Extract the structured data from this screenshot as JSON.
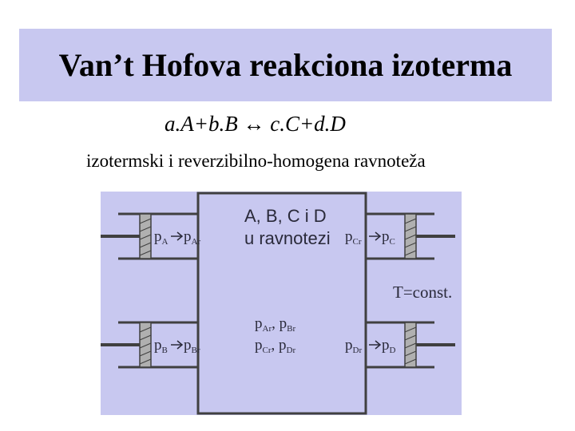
{
  "slide": {
    "title": "Van’t Hofova reakciona izoterma",
    "equation": "a.A+b.B ↔ c.C+d.D",
    "subtitle": "izotermski i reverzibilno-homogena ravnoteža"
  },
  "diagram": {
    "colors": {
      "background": "#c8c8f0",
      "box_fill": "#c8c8f0",
      "line": "#404040",
      "piston": "#b0b0b0"
    },
    "vessel_text": {
      "line1": "A, B, C i D",
      "line2": "u ravnotezi"
    },
    "temperature": "T=const.",
    "equilibrium_pressures": {
      "line1": "pAr, pBr",
      "line2": "pCr, pDr"
    },
    "pistons": {
      "A": {
        "from": "pA",
        "to": "pAr"
      },
      "B": {
        "from": "pB",
        "to": "pBr"
      },
      "C": {
        "from": "pCr",
        "to": "pC"
      },
      "D": {
        "from": "pDr",
        "to": "pD"
      }
    }
  }
}
